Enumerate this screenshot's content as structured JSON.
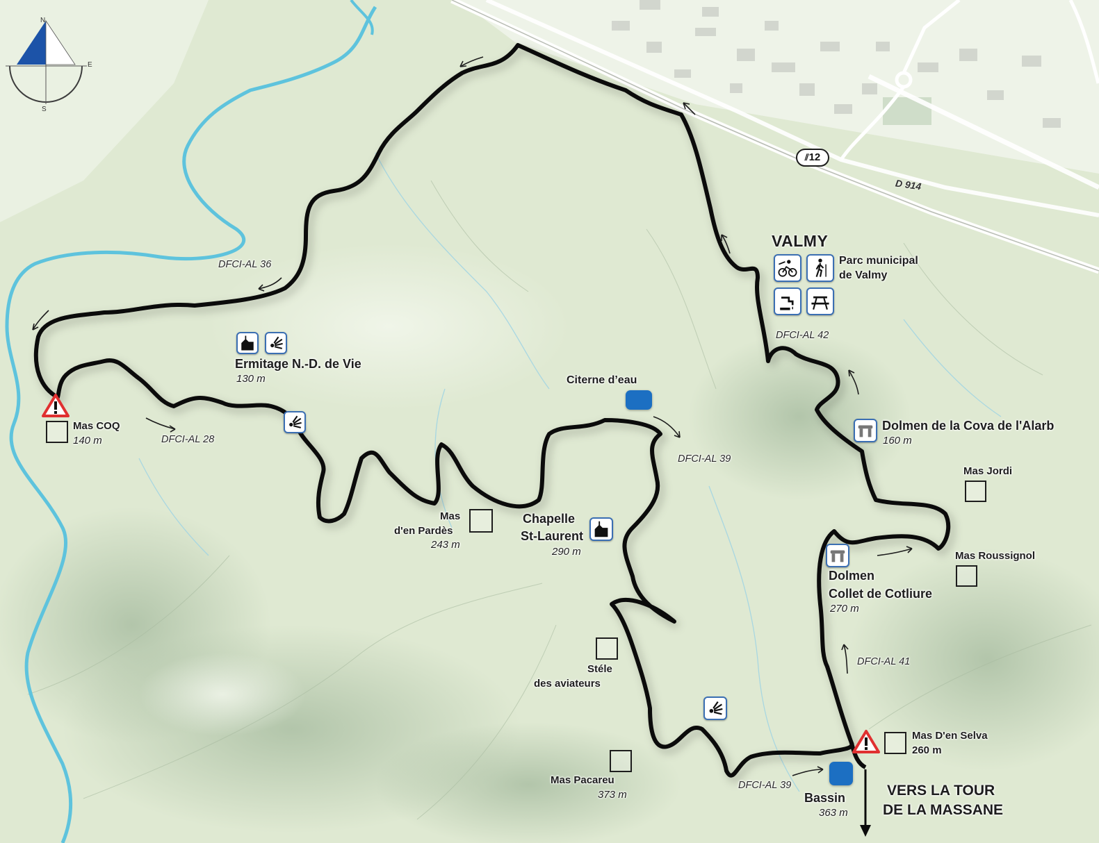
{
  "town": "VALMY",
  "places": {
    "parc": [
      "Parc municipal",
      "de Valmy"
    ],
    "ermitage": {
      "name": "Ermitage N.-D. de Vie",
      "alt": "130 m"
    },
    "mas_coq": {
      "name": "Mas COQ",
      "alt": "140 m"
    },
    "citerne": "Citerne d’eau",
    "mas_pardes": {
      "name": [
        "Mas",
        "d'en Pardès"
      ],
      "alt": "243 m"
    },
    "chapelle": {
      "name": [
        "Chapelle",
        "St-Laurent"
      ],
      "alt": "290 m"
    },
    "dolmen_alarb": {
      "name": "Dolmen de la Cova de l'Alarb",
      "alt": "160 m"
    },
    "mas_jordi": "Mas Jordi",
    "mas_roussignol": "Mas Roussignol",
    "dolmen_collet": {
      "name": [
        "Dolmen",
        "Collet de Cotliure"
      ],
      "alt": "270 m"
    },
    "stele": [
      "Stéle",
      "des aviateurs"
    ],
    "mas_pacareu": {
      "name": "Mas Pacareu",
      "alt": "373 m"
    },
    "mas_selva": {
      "name": "Mas D'en Selva",
      "alt": "260 m"
    },
    "bassin": {
      "name": "Bassin",
      "alt": "363 m"
    }
  },
  "tracks": {
    "t36": "DFCI-AL 36",
    "t28": "DFCI-AL 28",
    "t39a": "DFCI-AL 39",
    "t39b": "DFCI-AL 39",
    "t42": "DFCI-AL 42",
    "t41": "DFCI-AL 41"
  },
  "roads": {
    "n12": "12",
    "d914": "D 914"
  },
  "direction": [
    "VERS LA TOUR",
    "DE LA MASSANE"
  ],
  "compass": {
    "n": "N",
    "e": "E",
    "s": "S"
  },
  "colors": {
    "route": "#0b0b0b",
    "river": "#5ec3dd",
    "terrain": "#dfe9d2",
    "icon_border": "#3b6fb3",
    "water_point": "#1c6fc2",
    "warning": "#e03030"
  },
  "icons": [
    "mountain-bike-icon",
    "hiker-icon",
    "drinking-water-icon",
    "picnic-table-icon",
    "chapel-icon",
    "viewpoint-icon",
    "dolmen-icon",
    "warning-icon",
    "water-tank-icon"
  ]
}
